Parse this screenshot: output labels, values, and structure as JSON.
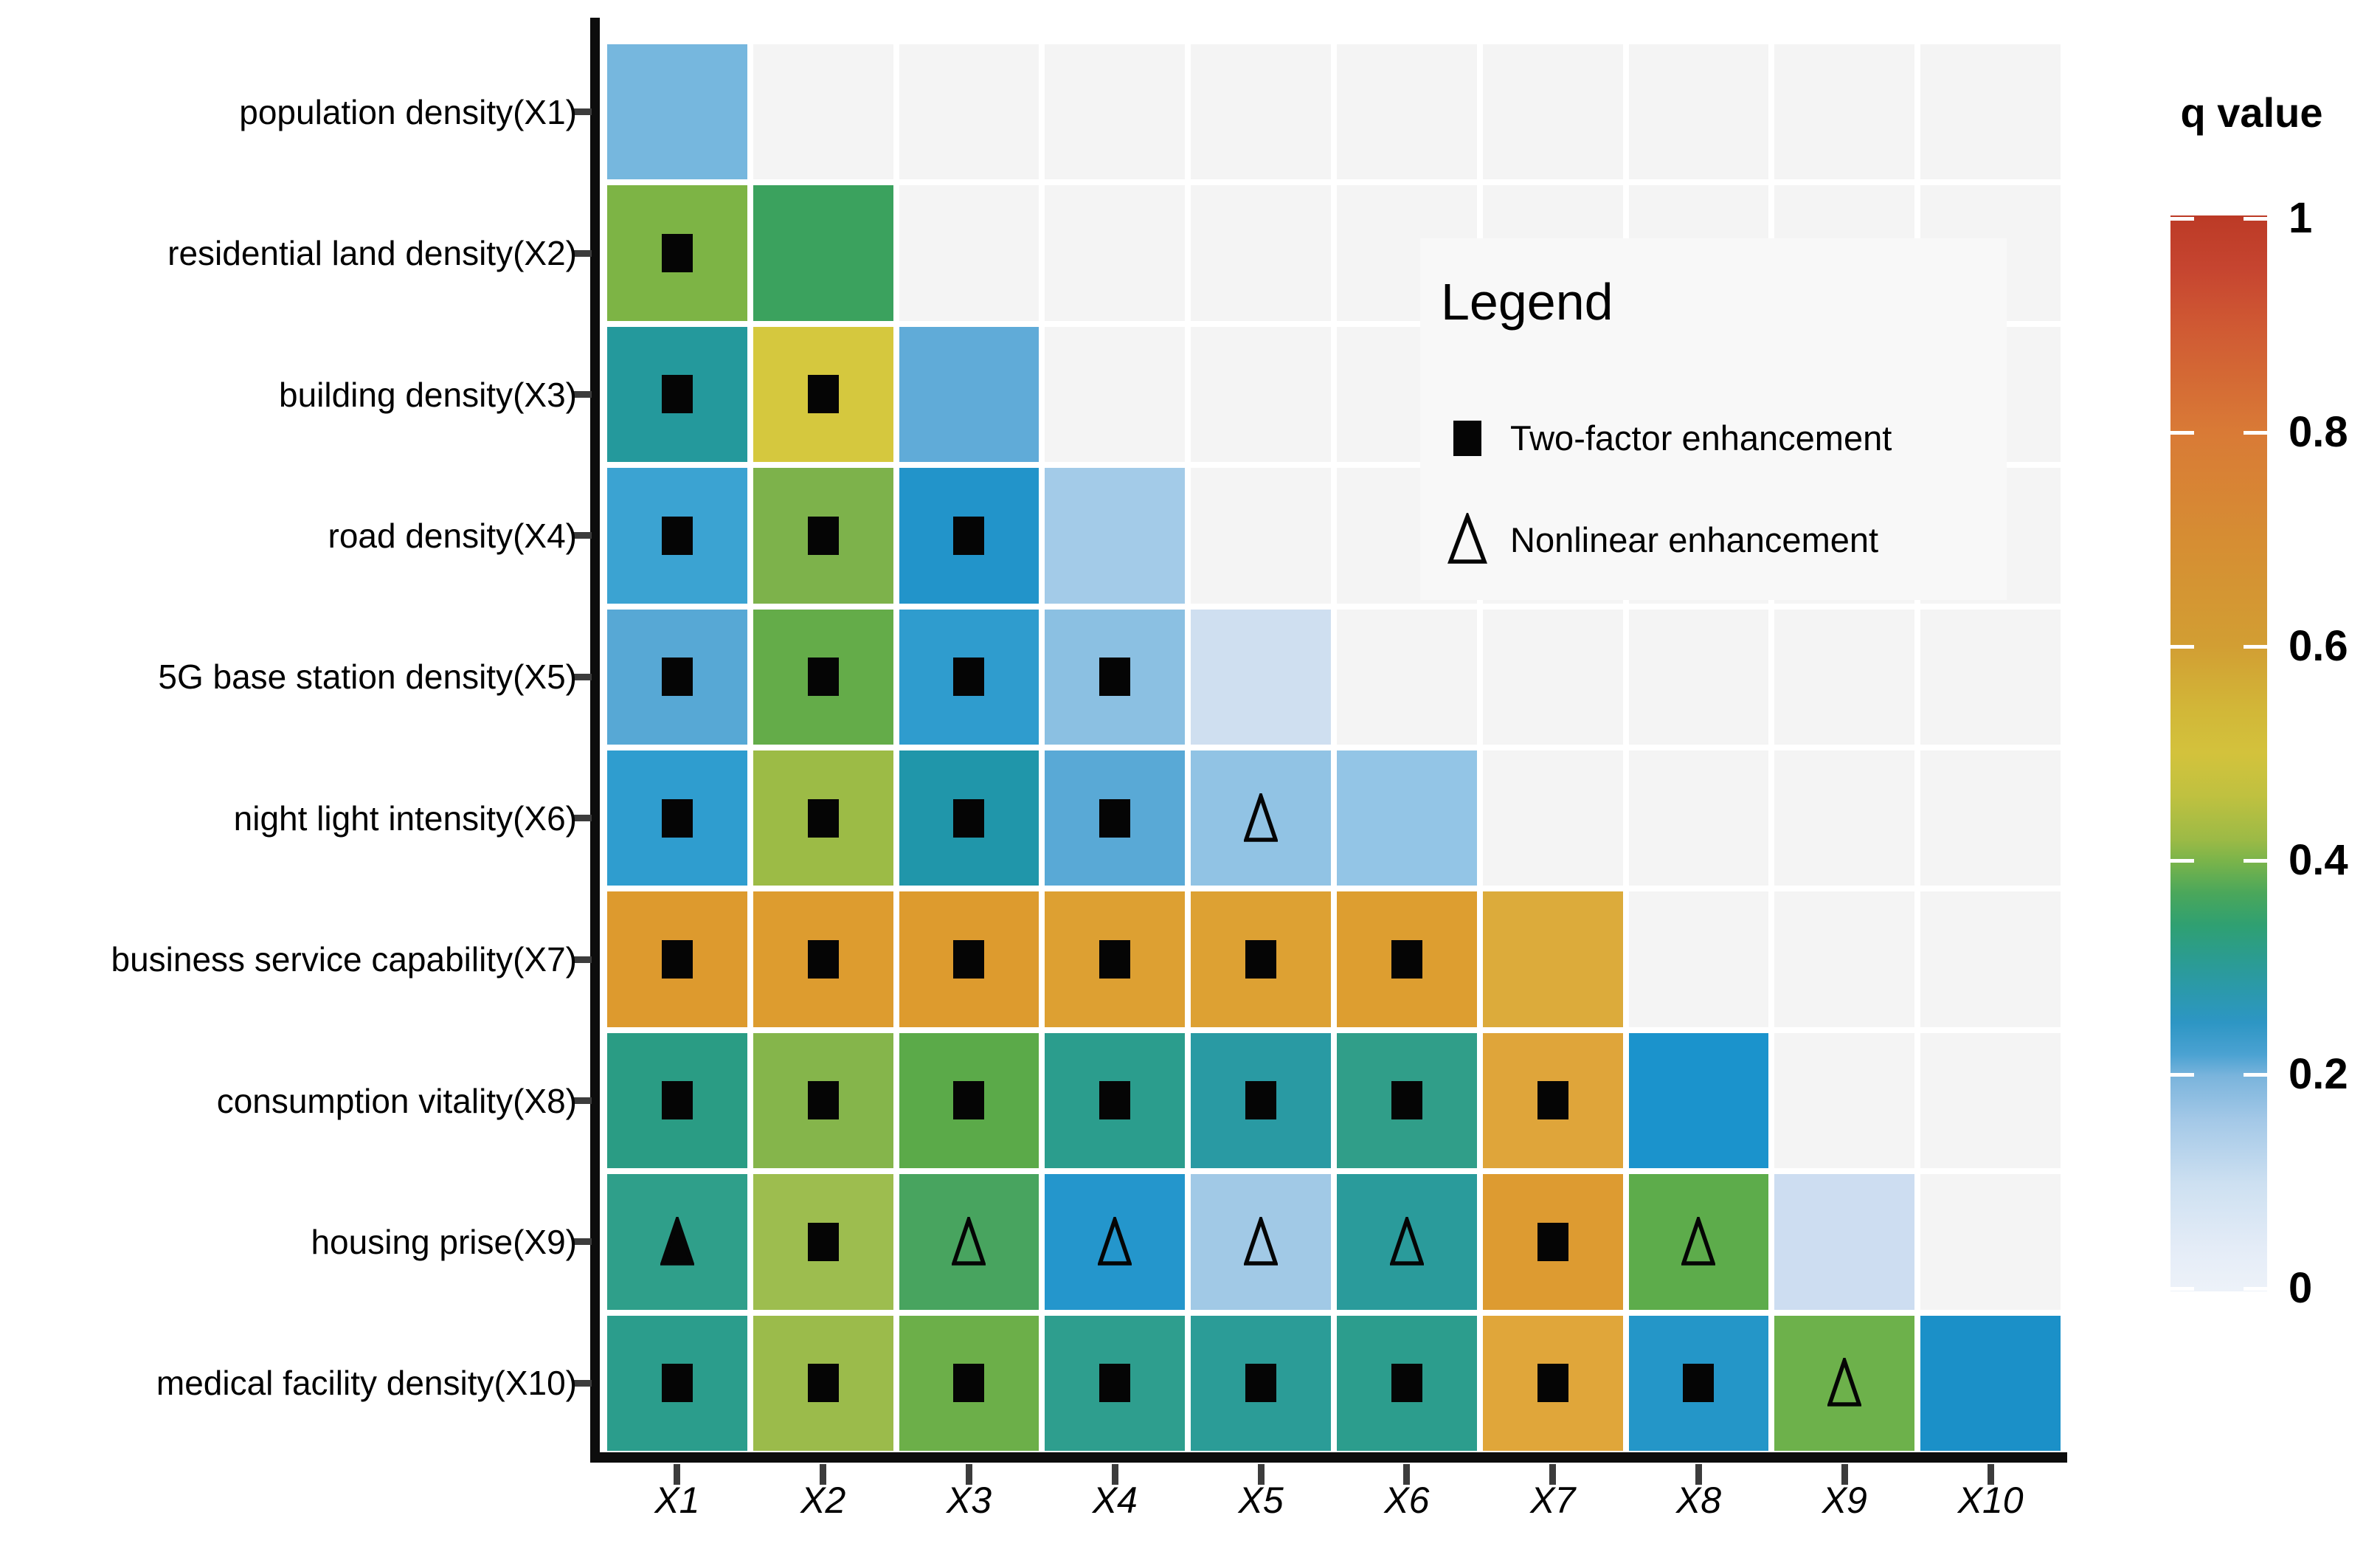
{
  "chart_data": {
    "type": "heatmap",
    "title": "",
    "description": "Lower-triangular factor interaction matrix of q values with enhancement-type symbols",
    "x_categories": [
      "X1",
      "X2",
      "X3",
      "X4",
      "X5",
      "X6",
      "X7",
      "X8",
      "X9",
      "X10"
    ],
    "y_categories": [
      "population density(X1)",
      "residential land density(X2)",
      "building density(X3)",
      "road density(X4)",
      "5G base station density(X5)",
      "night light intensity(X6)",
      "business service capability(X7)",
      "consumption vitality(X8)",
      "housing prise(X9)",
      "medical facility density(X10)"
    ],
    "legend": {
      "title": "Legend",
      "items": [
        {
          "symbol": "square-filled",
          "label": "Two-factor enhancement"
        },
        {
          "symbol": "triangle-open",
          "label": "Nonlinear enhancement"
        }
      ]
    },
    "colorbar": {
      "title": "q value",
      "range": [
        0,
        1
      ],
      "ticks": [
        {
          "label": "1",
          "value": 1.0
        },
        {
          "label": "0.8",
          "value": 0.8
        },
        {
          "label": "0.6",
          "value": 0.6
        },
        {
          "label": "0.4",
          "value": 0.4
        },
        {
          "label": "0.2",
          "value": 0.2
        },
        {
          "label": "0",
          "value": 0.0
        }
      ],
      "gradient": [
        {
          "v": 1.0,
          "c": "#bc3a26"
        },
        {
          "v": 0.95,
          "c": "#c64530"
        },
        {
          "v": 0.9,
          "c": "#cf5833"
        },
        {
          "v": 0.8,
          "c": "#d97a36"
        },
        {
          "v": 0.7,
          "c": "#d68d33"
        },
        {
          "v": 0.6,
          "c": "#d29e33"
        },
        {
          "v": 0.54,
          "c": "#d2b738"
        },
        {
          "v": 0.5,
          "c": "#d3c23c"
        },
        {
          "v": 0.46,
          "c": "#bfc140"
        },
        {
          "v": 0.42,
          "c": "#9cba46"
        },
        {
          "v": 0.4,
          "c": "#7ab44a"
        },
        {
          "v": 0.37,
          "c": "#4aa75b"
        },
        {
          "v": 0.34,
          "c": "#2fa072"
        },
        {
          "v": 0.31,
          "c": "#2b9c90"
        },
        {
          "v": 0.28,
          "c": "#2b99ab"
        },
        {
          "v": 0.25,
          "c": "#2d96c4"
        },
        {
          "v": 0.22,
          "c": "#4ba2d2"
        },
        {
          "v": 0.2,
          "c": "#7ab4dc"
        },
        {
          "v": 0.16,
          "c": "#a3c8e7"
        },
        {
          "v": 0.1,
          "c": "#cde0f1"
        },
        {
          "v": 0.04,
          "c": "#e4ecf7"
        },
        {
          "v": 0.0,
          "c": "#edf2f9"
        }
      ]
    },
    "empty_cell_color": "#f4f4f4",
    "rows": [
      {
        "key": "X1",
        "label": "population density(X1)",
        "cells": [
          {
            "x": "X1",
            "q": 0.21,
            "color": "#76b7de",
            "symbol": null
          }
        ]
      },
      {
        "key": "X2",
        "label": "residential land density(X2)",
        "cells": [
          {
            "x": "X1",
            "q": 0.41,
            "color": "#7db445",
            "symbol": "square"
          },
          {
            "x": "X2",
            "q": 0.36,
            "color": "#3ba25e",
            "symbol": null
          }
        ]
      },
      {
        "key": "X3",
        "label": "building density(X3)",
        "cells": [
          {
            "x": "X1",
            "q": 0.29,
            "color": "#24999c",
            "symbol": "square"
          },
          {
            "x": "X2",
            "q": 0.5,
            "color": "#d5c83e",
            "symbol": "square"
          },
          {
            "x": "X3",
            "q": 0.23,
            "color": "#60abd8",
            "symbol": null
          }
        ]
      },
      {
        "key": "X4",
        "label": "road density(X4)",
        "cells": [
          {
            "x": "X1",
            "q": 0.26,
            "color": "#3ba3d2",
            "symbol": "square"
          },
          {
            "x": "X2",
            "q": 0.41,
            "color": "#7db24b",
            "symbol": "square"
          },
          {
            "x": "X3",
            "q": 0.26,
            "color": "#2294ca",
            "symbol": "square"
          },
          {
            "x": "X4",
            "q": 0.17,
            "color": "#a3cbe8",
            "symbol": null
          }
        ]
      },
      {
        "key": "X5",
        "label": "5G base station density(X5)",
        "cells": [
          {
            "x": "X1",
            "q": 0.23,
            "color": "#57a8d5",
            "symbol": "square"
          },
          {
            "x": "X2",
            "q": 0.39,
            "color": "#64ac49",
            "symbol": "square"
          },
          {
            "x": "X3",
            "q": 0.26,
            "color": "#2f9cce",
            "symbol": "square"
          },
          {
            "x": "X4",
            "q": 0.19,
            "color": "#8bc0e2",
            "symbol": "square"
          },
          {
            "x": "X5",
            "q": 0.08,
            "color": "#cfdff0",
            "symbol": null
          }
        ]
      },
      {
        "key": "X6",
        "label": "night light intensity(X6)",
        "cells": [
          {
            "x": "X1",
            "q": 0.26,
            "color": "#2f9dcf",
            "symbol": "square"
          },
          {
            "x": "X2",
            "q": 0.43,
            "color": "#9cbb46",
            "symbol": "square"
          },
          {
            "x": "X3",
            "q": 0.28,
            "color": "#2096aa",
            "symbol": "square"
          },
          {
            "x": "X4",
            "q": 0.23,
            "color": "#59a9d6",
            "symbol": "square"
          },
          {
            "x": "X5",
            "q": 0.18,
            "color": "#91c3e4",
            "symbol": "triangle"
          },
          {
            "x": "X6",
            "q": 0.18,
            "color": "#93c5e6",
            "symbol": null
          }
        ]
      },
      {
        "key": "X7",
        "label": "business service capability(X7)",
        "cells": [
          {
            "x": "X1",
            "q": 0.61,
            "color": "#dd9a2e",
            "symbol": "square"
          },
          {
            "x": "X2",
            "q": 0.61,
            "color": "#dd9c2f",
            "symbol": "square"
          },
          {
            "x": "X3",
            "q": 0.61,
            "color": "#dd9b2e",
            "symbol": "square"
          },
          {
            "x": "X4",
            "q": 0.6,
            "color": "#dda032",
            "symbol": "square"
          },
          {
            "x": "X5",
            "q": 0.6,
            "color": "#dda133",
            "symbol": "square"
          },
          {
            "x": "X6",
            "q": 0.6,
            "color": "#dd9e30",
            "symbol": "square"
          },
          {
            "x": "X7",
            "q": 0.57,
            "color": "#dcab3b",
            "symbol": null
          }
        ]
      },
      {
        "key": "X8",
        "label": "consumption vitality(X8)",
        "cells": [
          {
            "x": "X1",
            "q": 0.33,
            "color": "#2a9c84",
            "symbol": "square"
          },
          {
            "x": "X2",
            "q": 0.42,
            "color": "#85b54b",
            "symbol": "square"
          },
          {
            "x": "X3",
            "q": 0.38,
            "color": "#5baa49",
            "symbol": "square"
          },
          {
            "x": "X4",
            "q": 0.33,
            "color": "#2b9d8d",
            "symbol": "square"
          },
          {
            "x": "X5",
            "q": 0.31,
            "color": "#299aa3",
            "symbol": "square"
          },
          {
            "x": "X6",
            "q": 0.34,
            "color": "#309e89",
            "symbol": "square"
          },
          {
            "x": "X7",
            "q": 0.59,
            "color": "#dfa53a",
            "symbol": "square"
          },
          {
            "x": "X8",
            "q": 0.26,
            "color": "#1b93cc",
            "symbol": null
          }
        ]
      },
      {
        "key": "X9",
        "label": "housing prise(X9)",
        "cells": [
          {
            "x": "X1",
            "q": 0.34,
            "color": "#2f9f8a",
            "symbol": "triangle-filled"
          },
          {
            "x": "X2",
            "q": 0.43,
            "color": "#9dbd4f",
            "symbol": "square"
          },
          {
            "x": "X3",
            "q": 0.37,
            "color": "#48a45f",
            "symbol": "triangle"
          },
          {
            "x": "X4",
            "q": 0.26,
            "color": "#2496cc",
            "symbol": "triangle"
          },
          {
            "x": "X5",
            "q": 0.17,
            "color": "#a1c9e6",
            "symbol": "triangle"
          },
          {
            "x": "X6",
            "q": 0.31,
            "color": "#2a9b9b",
            "symbol": "triangle"
          },
          {
            "x": "X7",
            "q": 0.61,
            "color": "#dd9b31",
            "symbol": "square"
          },
          {
            "x": "X8",
            "q": 0.38,
            "color": "#5dac4b",
            "symbol": "triangle"
          },
          {
            "x": "X9",
            "q": 0.08,
            "color": "#cdddf1",
            "symbol": null
          }
        ]
      },
      {
        "key": "X10",
        "label": "medical facility density(X10)",
        "cells": [
          {
            "x": "X1",
            "q": 0.34,
            "color": "#2b9d8c",
            "symbol": "square"
          },
          {
            "x": "X2",
            "q": 0.43,
            "color": "#9bbb4b",
            "symbol": "square"
          },
          {
            "x": "X3",
            "q": 0.4,
            "color": "#6caf49",
            "symbol": "square"
          },
          {
            "x": "X4",
            "q": 0.34,
            "color": "#2e9e8e",
            "symbol": "square"
          },
          {
            "x": "X5",
            "q": 0.32,
            "color": "#2b9c97",
            "symbol": "square"
          },
          {
            "x": "X6",
            "q": 0.34,
            "color": "#2c9d8d",
            "symbol": "square"
          },
          {
            "x": "X7",
            "q": 0.58,
            "color": "#e0a63a",
            "symbol": "square"
          },
          {
            "x": "X8",
            "q": 0.26,
            "color": "#2496c8",
            "symbol": "square"
          },
          {
            "x": "X9",
            "q": 0.4,
            "color": "#6db14b",
            "symbol": "triangle"
          },
          {
            "x": "X10",
            "q": 0.27,
            "color": "#1b90c8",
            "symbol": null
          }
        ]
      }
    ],
    "layout": {
      "grid": "lower-triangular 10x10",
      "background": "#ffffff",
      "axis_color": "#0d0d0d",
      "tick_color": "#3c3c3c",
      "legend_position": "inside top-right of plot",
      "colorbar_position": "right"
    }
  }
}
